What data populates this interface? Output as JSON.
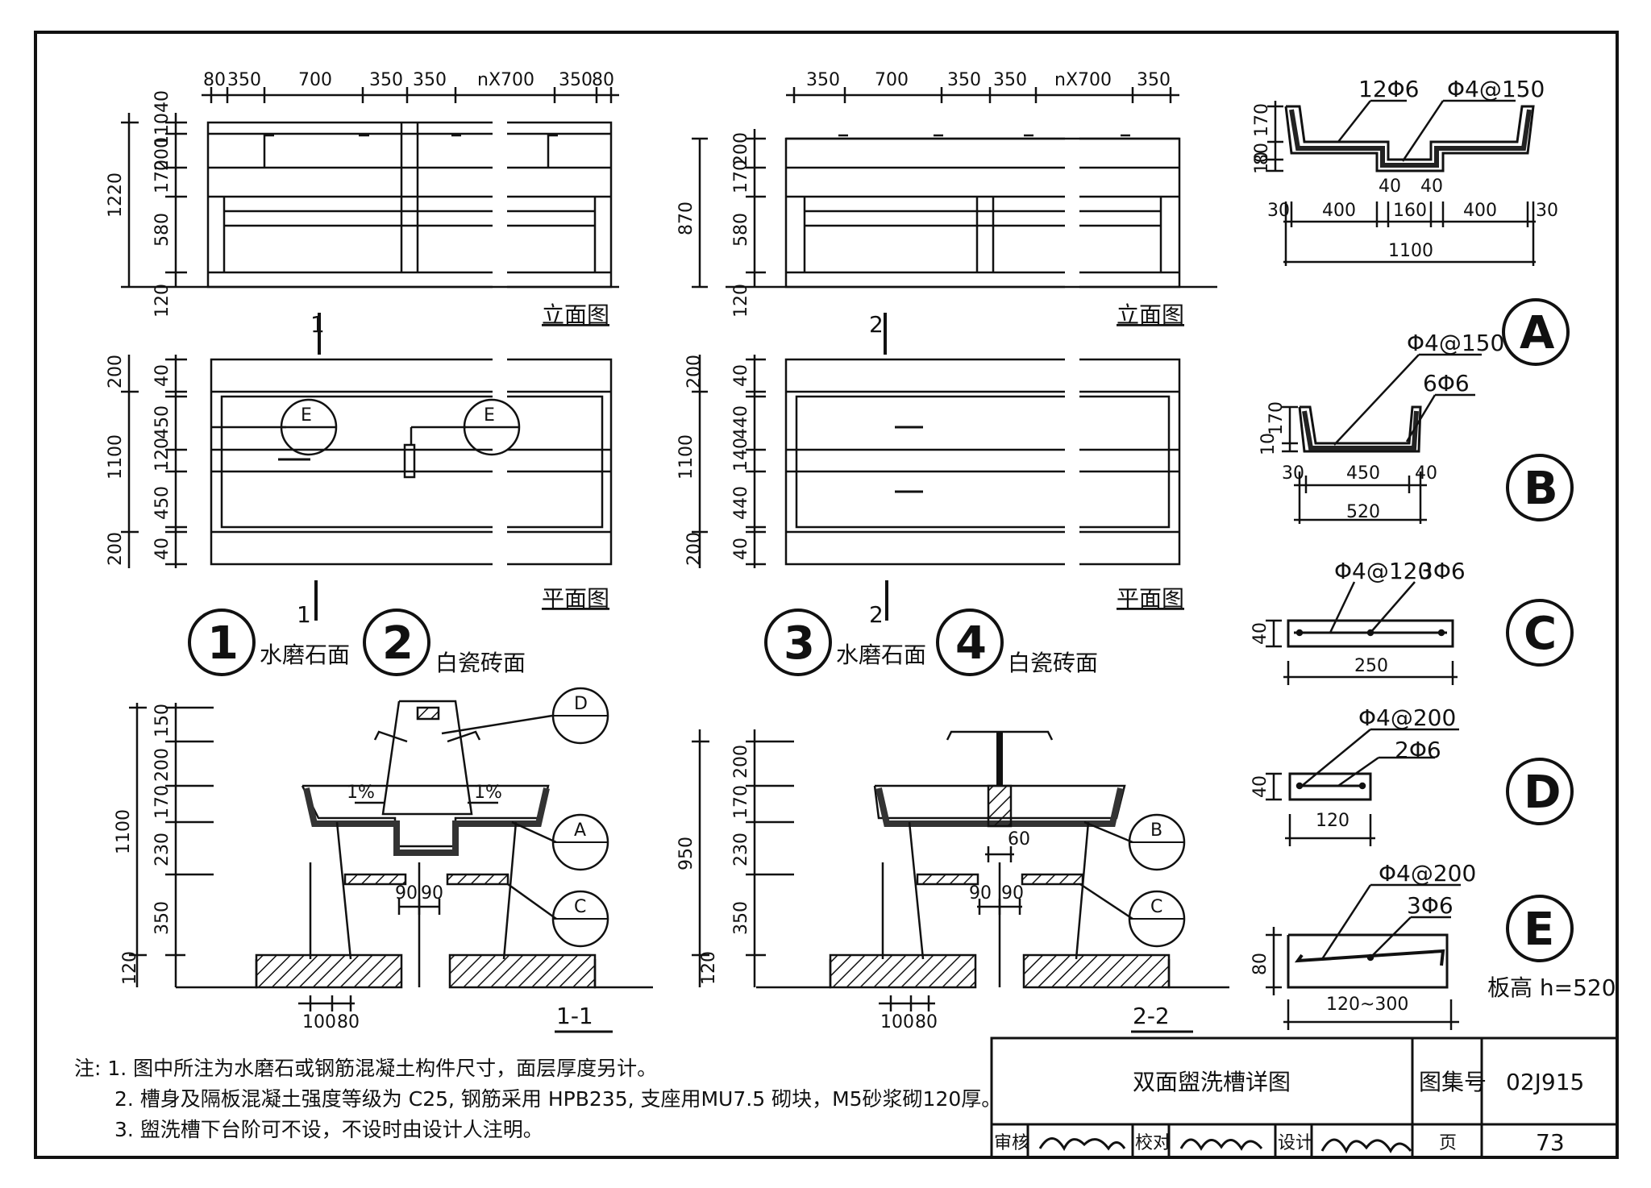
{
  "views": {
    "elevation_label": "立面图",
    "plan_label": "平面图",
    "section_1": "1",
    "section_2": "2",
    "section_1_title": "1-1",
    "section_2_title": "2-2"
  },
  "elev1": {
    "top_dims": [
      "80",
      "350",
      "700",
      "350",
      "350",
      "nX700",
      "350",
      "80"
    ],
    "left_dims": [
      "40",
      "110",
      "200",
      "170",
      "580",
      "120"
    ],
    "total": "1220"
  },
  "elev2": {
    "top_dims": [
      "350",
      "700",
      "350",
      "350",
      "nX700",
      "350"
    ],
    "left_dims": [
      "200",
      "170",
      "580",
      "120"
    ],
    "total": "870"
  },
  "plan1": {
    "left_dims": [
      "200",
      "40",
      "450",
      "120",
      "450",
      "40",
      "200"
    ],
    "total": "1100",
    "detail_tag": "E"
  },
  "plan2": {
    "left_dims": [
      "200",
      "40",
      "440",
      "140",
      "440",
      "40",
      "200"
    ],
    "total": "1100"
  },
  "types": [
    {
      "num": "1",
      "label": "水磨石面"
    },
    {
      "num": "2",
      "label": "白瓷砖面"
    },
    {
      "num": "3",
      "label": "水磨石面"
    },
    {
      "num": "4",
      "label": "白瓷砖面"
    }
  ],
  "sec1": {
    "left_dims": [
      "150",
      "200",
      "170",
      "230",
      "350",
      "120"
    ],
    "total": "1100",
    "slope": "1%",
    "bottom_dims": [
      "100",
      "80"
    ],
    "mid_dims": [
      "90",
      "90"
    ],
    "tags": [
      "D",
      "A",
      "C"
    ]
  },
  "sec2": {
    "left_dims": [
      "200",
      "170",
      "230",
      "350",
      "120"
    ],
    "total": "950",
    "bottom_dims": [
      "100",
      "80"
    ],
    "mid_dims": [
      "60",
      "90",
      "90"
    ],
    "tags": [
      "B",
      "C"
    ]
  },
  "detail_A": {
    "tag": "A",
    "bar1": "12Φ6",
    "bar2": "Φ4@150",
    "left_dims": [
      "10",
      "80",
      "170"
    ],
    "dims": [
      "30",
      "400",
      "160",
      "400",
      "30"
    ],
    "inner": [
      "40",
      "40"
    ],
    "total": "1100"
  },
  "detail_B": {
    "tag": "B",
    "bar1": "Φ4@150",
    "bar2": "6Φ6",
    "left_dims": [
      "10",
      "170"
    ],
    "dims": [
      "30",
      "450",
      "40"
    ],
    "total": "520"
  },
  "detail_C": {
    "tag": "C",
    "bar1": "Φ4@120",
    "bar2": "3Φ6",
    "h": "40",
    "w": "250"
  },
  "detail_D": {
    "tag": "D",
    "bar1": "Φ4@200",
    "bar2": "2Φ6",
    "h": "40",
    "w": "120"
  },
  "detail_E": {
    "tag": "E",
    "bar1": "Φ4@200",
    "bar2": "3Φ6",
    "h": "80",
    "w": "120~300",
    "note": "板高 h=520"
  },
  "notes": [
    "注: 1. 图中所注为水磨石或钢筋混凝土构件尺寸，面层厚度另计。",
    "2. 槽身及隔板混凝土强度等级为 C25, 钢筋采用 HPB235, 支座用MU7.5 砌块，M5砂浆砌120厚。",
    "3. 盥洗槽下台阶可不设，不设时由设计人注明。"
  ],
  "title_block": {
    "title": "双面盥洗槽详图",
    "atlas_label": "图集号",
    "atlas_no": "02J915",
    "review": "审核",
    "check": "校对",
    "design": "设计",
    "page_label": "页",
    "page_no": "73"
  }
}
